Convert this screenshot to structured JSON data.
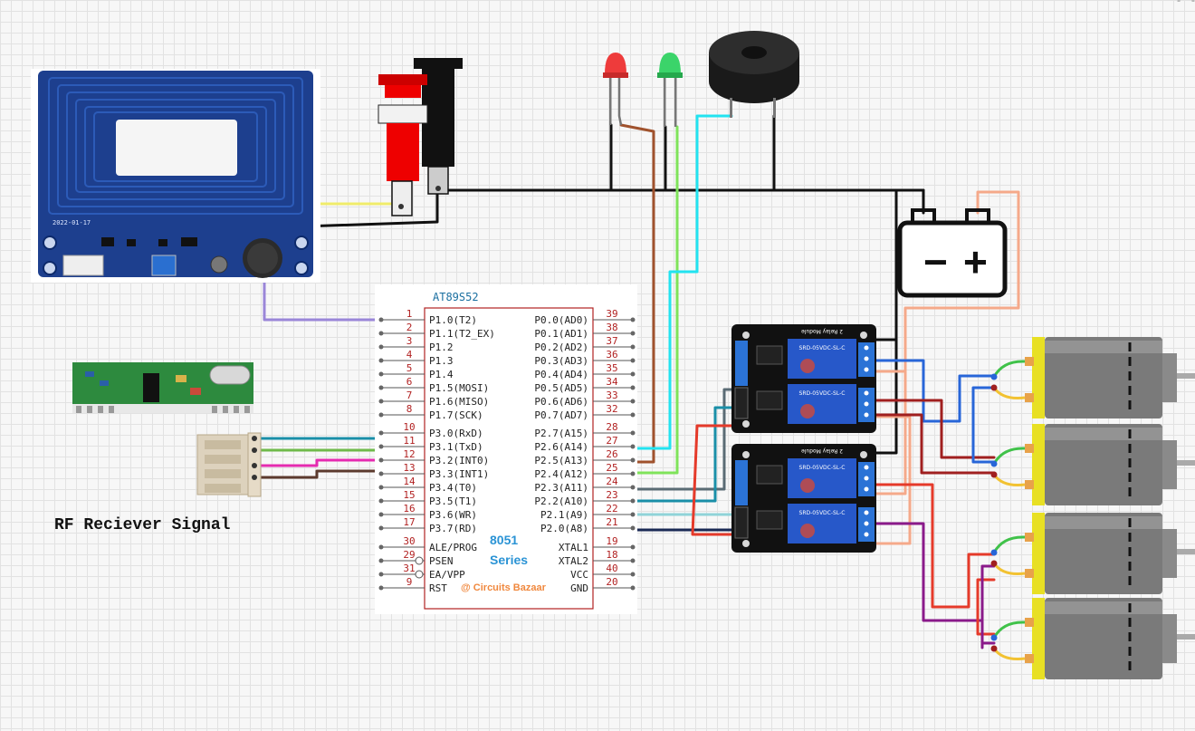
{
  "mcu": {
    "title": "AT89S52",
    "series_line1": "8051",
    "series_line2": "Series",
    "brand": "@ Circuits Bazaar",
    "left_pins": [
      {
        "num": "1",
        "name": "P1.0(T2)"
      },
      {
        "num": "2",
        "name": "P1.1(T2_EX)"
      },
      {
        "num": "3",
        "name": "P1.2"
      },
      {
        "num": "4",
        "name": "P1.3"
      },
      {
        "num": "5",
        "name": "P1.4"
      },
      {
        "num": "6",
        "name": "P1.5(MOSI)"
      },
      {
        "num": "7",
        "name": "P1.6(MISO)"
      },
      {
        "num": "8",
        "name": "P1.7(SCK)"
      },
      {
        "num": "10",
        "name": "P3.0(RxD)"
      },
      {
        "num": "11",
        "name": "P3.1(TxD)"
      },
      {
        "num": "12",
        "name": "P3.2(INT0)"
      },
      {
        "num": "13",
        "name": "P3.3(INT1)"
      },
      {
        "num": "14",
        "name": "P3.4(T0)"
      },
      {
        "num": "15",
        "name": "P3.5(T1)"
      },
      {
        "num": "16",
        "name": "P3.6(WR)"
      },
      {
        "num": "17",
        "name": "P3.7(RD)"
      },
      {
        "num": "30",
        "name": "ALE/PROG"
      },
      {
        "num": "29",
        "name": "PSEN"
      },
      {
        "num": "31",
        "name": "EA/VPP"
      },
      {
        "num": "9",
        "name": "RST"
      }
    ],
    "right_pins": [
      {
        "num": "39",
        "name": "P0.0(AD0)"
      },
      {
        "num": "38",
        "name": "P0.1(AD1)"
      },
      {
        "num": "37",
        "name": "P0.2(AD2)"
      },
      {
        "num": "36",
        "name": "P0.3(AD3)"
      },
      {
        "num": "35",
        "name": "P0.4(AD4)"
      },
      {
        "num": "34",
        "name": "P0.5(AD5)"
      },
      {
        "num": "33",
        "name": "P0.6(AD6)"
      },
      {
        "num": "32",
        "name": "P0.7(AD7)"
      },
      {
        "num": "28",
        "name": "P2.7(A15)"
      },
      {
        "num": "27",
        "name": "P2.6(A14)"
      },
      {
        "num": "26",
        "name": "P2.5(A13)"
      },
      {
        "num": "25",
        "name": "P2.4(A12)"
      },
      {
        "num": "24",
        "name": "P2.3(A11)"
      },
      {
        "num": "23",
        "name": "P2.2(A10)"
      },
      {
        "num": "22",
        "name": "P2.1(A9)"
      },
      {
        "num": "21",
        "name": "P2.0(A8)"
      },
      {
        "num": "19",
        "name": "XTAL1"
      },
      {
        "num": "18",
        "name": "XTAL2"
      },
      {
        "num": "40",
        "name": "VCC"
      },
      {
        "num": "20",
        "name": "GND"
      }
    ]
  },
  "rf_label": "RF Reciever Signal",
  "metal_detector": {
    "date": "2022-01-17"
  },
  "relay_modules": [
    {
      "label": "2 Relay Module"
    },
    {
      "label": "2 Relay Module"
    }
  ],
  "relay_text": "SRD-05VDC-SL-C",
  "battery": {
    "minus": "−",
    "plus": "+"
  },
  "colors": {
    "black": "#111111",
    "brown": "#a0522d",
    "lime": "#7fe35a",
    "cyan": "#22e3f0",
    "yellow": "#f0ec6a",
    "purple": "#9a86d8",
    "teal": "#1a8fa8",
    "green": "#6fba4a",
    "magenta": "#e52bb0",
    "darkbrown": "#5c3a2e",
    "salmon": "#f5a98a",
    "blue": "#2866d8",
    "darkred": "#a01f1f",
    "red": "#e53a2a",
    "navy": "#1a2a55",
    "plum": "#8a1a8a"
  }
}
